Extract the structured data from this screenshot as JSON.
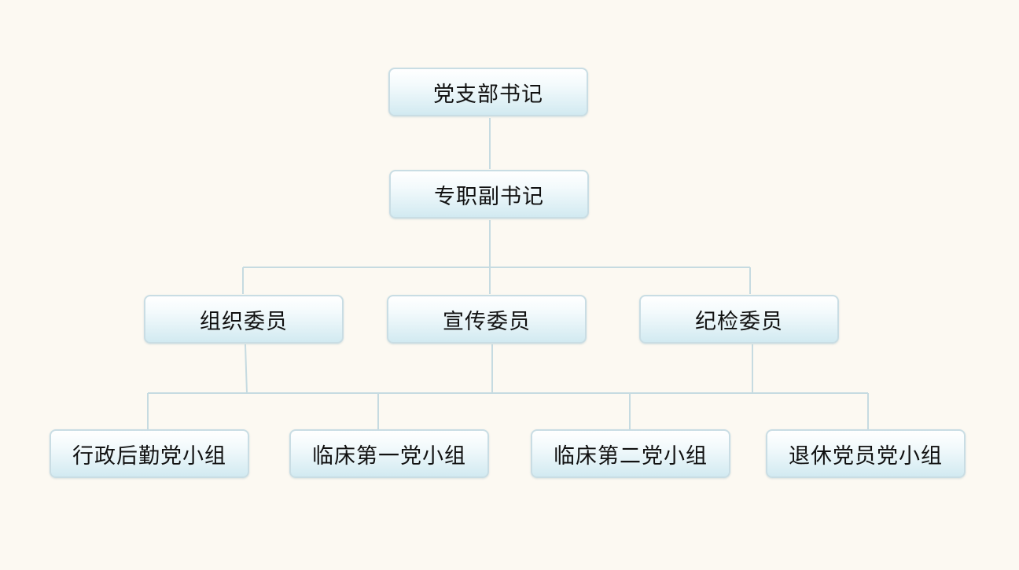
{
  "diagram": {
    "colors": {
      "background": "#fcf9f2",
      "line": "#c6dbe1",
      "box_border": "#c9dde4",
      "box_top": "#ffffff",
      "box_bottom": "#d2eaf1",
      "text": "#111111"
    },
    "nodes": {
      "secretary": "党支部书记",
      "deputy": "专职副书记",
      "organization": "组织委员",
      "propaganda": "宣传委员",
      "discipline": "纪检委员",
      "admin_group": "行政后勤党小组",
      "clinical_one": "临床第一党小组",
      "clinical_two": "临床第二党小组",
      "retired_group": "退休党员党小组"
    }
  }
}
